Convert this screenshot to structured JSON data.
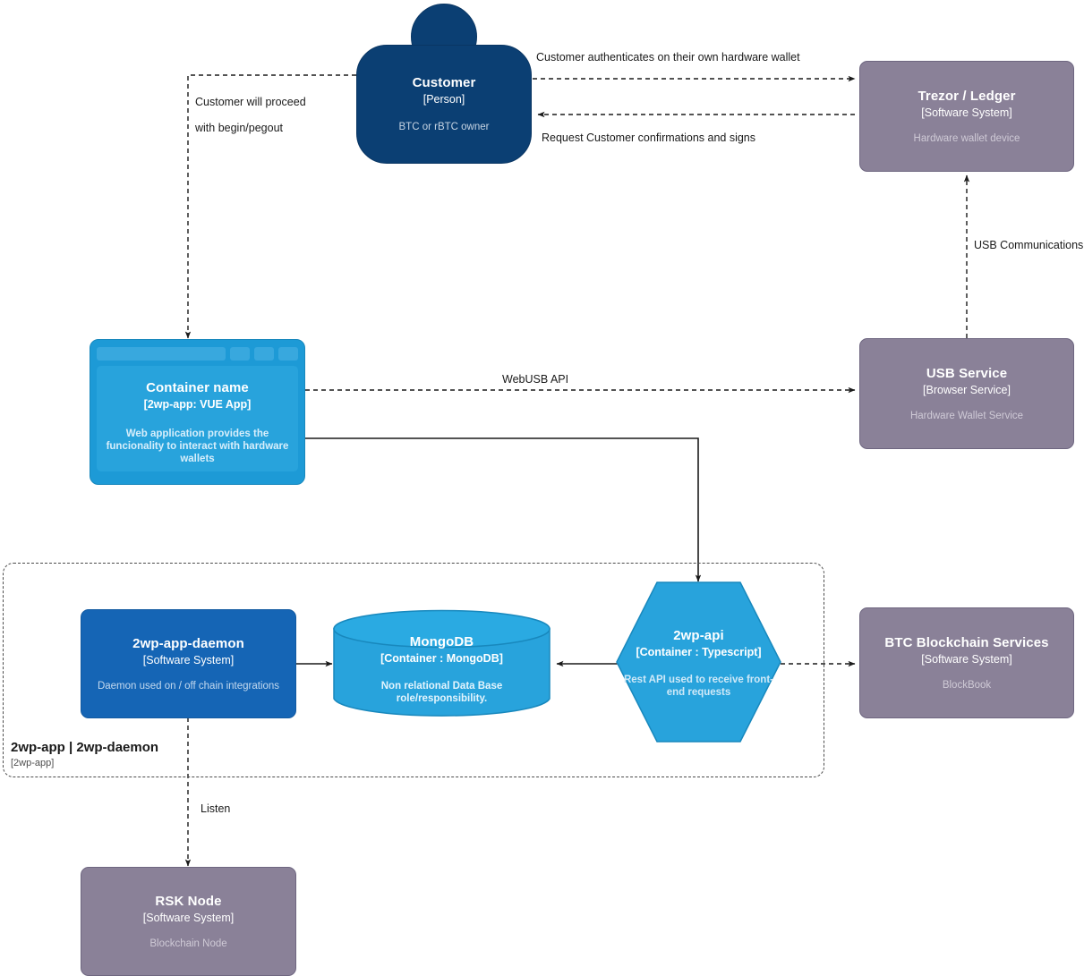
{
  "diagram": {
    "type": "C4 Container Diagram",
    "colors": {
      "person_fill": "#0b3f73",
      "system_fill": "#8a8198",
      "container_fill": "#1d9ad6",
      "daemon_fill": "#1565b5",
      "edge_stroke": "#1a1a1a",
      "boundary_stroke": "#4d4d4d"
    }
  },
  "nodes": {
    "customer": {
      "title": "Customer",
      "type": "[Person]",
      "description": "BTC or rBTC owner"
    },
    "trezor_ledger": {
      "title": "Trezor / Ledger",
      "type": "[Software System]",
      "description": "Hardware wallet device"
    },
    "container_name": {
      "title": "Container name",
      "type": "[2wp-app: VUE App]",
      "description": "Web application provides the funcionality to interact with hardware wallets"
    },
    "usb_service": {
      "title": "USB Service",
      "type": "[Browser Service]",
      "description": "Hardware Wallet Service"
    },
    "daemon": {
      "title": "2wp-app-daemon",
      "type": "[Software System]",
      "description": "Daemon used on / off chain integrations"
    },
    "mongodb": {
      "title": "MongoDB",
      "type": "[Container : MongoDB]",
      "description": "Non relational Data Base role/responsibility."
    },
    "api": {
      "title": "2wp-api",
      "type": "[Container : Typescript]",
      "description": "Rest API used to receive front-end requests"
    },
    "btc_services": {
      "title": "BTC Blockchain Services",
      "type": "[Software System]",
      "description": "BlockBook"
    },
    "rsk_node": {
      "title": "RSK Node",
      "type": "[Software System]",
      "description": "Blockchain Node"
    }
  },
  "boundary": {
    "name": "2wp-app | 2wp-daemon",
    "type": "[2wp-app]"
  },
  "edges": {
    "customer_to_trezor": "Customer authenticates on their own hardware wallet",
    "trezor_to_customer": "Request Customer confirmations and signs",
    "customer_to_app_line1": "Customer will proceed",
    "customer_to_app_line2": "with begin/pegout",
    "usb_to_trezor": "USB Communications",
    "app_to_usb": "WebUSB API",
    "daemon_to_rsk": "Listen"
  }
}
